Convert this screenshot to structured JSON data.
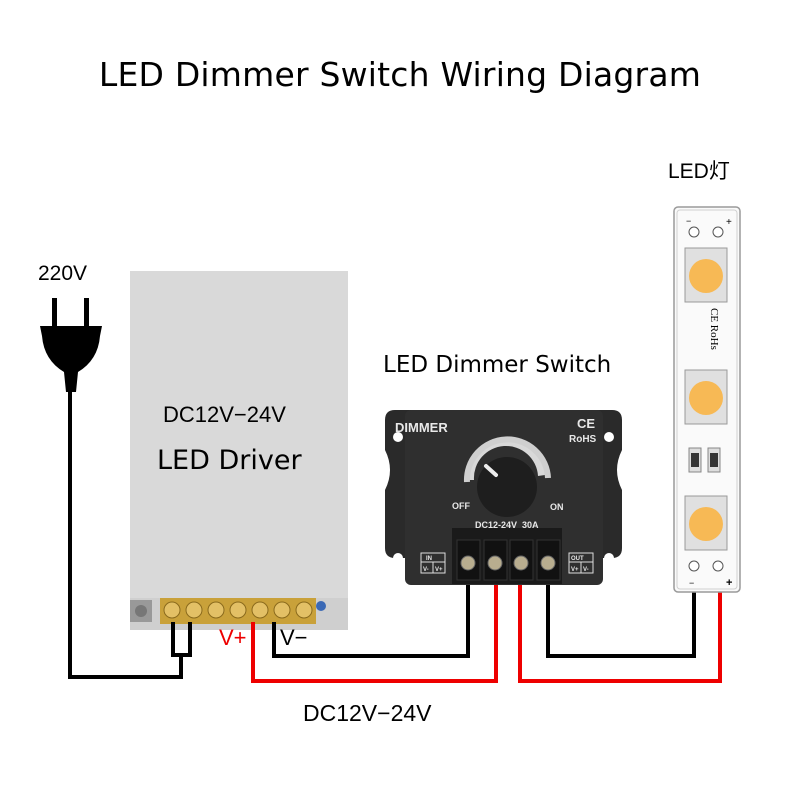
{
  "title": "LED Dimmer Switch Wiring Diagram",
  "colors": {
    "wire_positive": "#ee0000",
    "wire_negative": "#000000",
    "driver_body": "#d9d9d9",
    "dimmer_body": "#2b2b2b",
    "led_chip": "#f7b955"
  },
  "power_source": {
    "label": "220V",
    "icon": "power-plug-icon"
  },
  "driver": {
    "voltage": "DC12V−24V",
    "name": "LED Driver",
    "terminal_plus": "V+",
    "terminal_minus": "V−"
  },
  "dimmer": {
    "heading": "LED Dimmer Switch",
    "brand_text": "DIMMER",
    "cert_ce": "CE",
    "cert_rohs": "RoHS",
    "knob_off": "OFF",
    "knob_on": "ON",
    "rating": "DC12-24V  30A",
    "in_label": "IN",
    "in_terminals": [
      "V-",
      "V+"
    ],
    "out_label": "OUT",
    "out_terminals": [
      "V+",
      "V-"
    ]
  },
  "led_strip": {
    "label": "LED灯",
    "marking": "CE RoHs",
    "pad_minus": "−",
    "pad_plus": "+"
  },
  "bus_voltage_label": "DC12V−24V"
}
